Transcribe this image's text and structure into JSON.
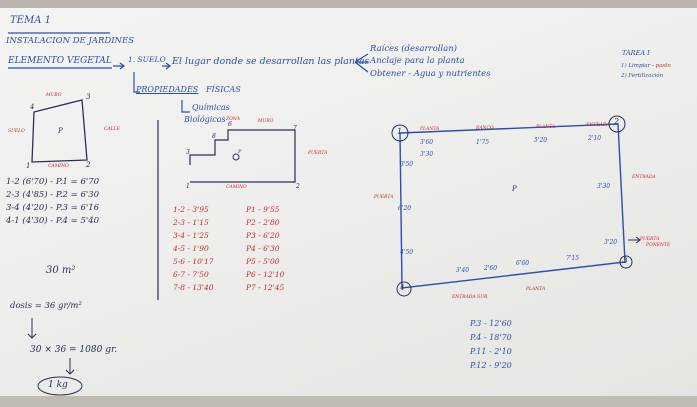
{
  "header": {
    "tema": "TEMA 1",
    "title": "INSTALACION DE JARDINES",
    "element": "ELEMENTO VEGETAL",
    "arrow_to": "1. SUELO",
    "sentence": "El lugar donde se desarrollan las plantas",
    "bullet_1": "Raíces (desarrollan)",
    "bullet_2": "Anclaje para la planta",
    "bullet_3": "Obtener - Agua y nutrientes",
    "propiedades": "PROPIEDADES",
    "fisicas": "FÍSICAS",
    "quimicas": "Químicas",
    "biologicas": "Biológicas"
  },
  "corner_note": {
    "title": "TAREA I",
    "line_1": "1) Limpiar - ",
    "line_1_red": "pasto",
    "line_2": "2) Fertilización"
  },
  "left_panel": {
    "labels": [
      "4",
      "3",
      "1",
      "2",
      "MURO",
      "SUELO",
      "CALLE",
      "CAMINO",
      "P"
    ],
    "measurements": [
      "1-2 (6'70) - P.1 = 6'70",
      "2-3 (4'85) - P.2 = 6'30",
      "3-4 (4'20) - P.3 = 6'16",
      "4-1 (4'30) - P.4 = 5'40"
    ],
    "area": "30 m²",
    "dosis": "dosis = 36 gr/m²",
    "result": "30 × 36 = 1080 gr.",
    "kg": "1 kg"
  },
  "middle_panel": {
    "labels": [
      "1",
      "2",
      "6",
      "7",
      "8",
      "3",
      "ZONA",
      "MURO",
      "PUERTA",
      "CAMINO",
      "P"
    ],
    "col1": [
      "1-2 - 3'95",
      "2-3 - 1'15",
      "3-4 - 1'25",
      "4-5 - 1'90",
      "5-6 - 10'17",
      "6-7 - 7'50",
      "7-8 - 13'40"
    ],
    "col2": [
      "P1 - 9'55",
      "P2 - 2'80",
      "P3 - 6'20",
      "P4 - 6'30",
      "P5 - 5'00",
      "P6 - 12'10",
      "P7 - 12'45"
    ]
  },
  "right_panel": {
    "corners": [
      "1",
      "2",
      "3",
      "4"
    ],
    "top_labels": [
      "PLANTA",
      "BANCO",
      "PLANTA",
      "ENTRADA"
    ],
    "dims": [
      "3'60",
      "1'75",
      "5'20",
      "2'10",
      "3'30",
      "3'50",
      "6'20",
      "4'50",
      "3'30",
      "3'20",
      "7'15",
      "6'60",
      "3'40",
      "2'60"
    ],
    "side_labels": [
      "PUERTA",
      "ENTRADA",
      "ENTRADA SUR",
      "PLANTA",
      "PUERTA"
    ],
    "center": "P",
    "totals": [
      "P.3 - 12'60",
      "P.4 - 18'70",
      "P.11 - 2'10",
      "P.12 - 9'20"
    ],
    "ponente": "PONENTE"
  }
}
